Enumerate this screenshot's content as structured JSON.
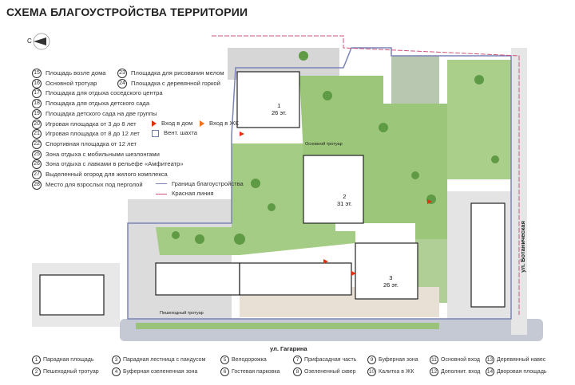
{
  "title": "СХЕМА БЛАГОУСТРОЙСТВА ТЕРРИТОРИИ",
  "compass_label": "С",
  "legend_top": [
    {
      "n": "15",
      "label": "Площадь возле дома"
    },
    {
      "n": "16",
      "label": "Основной тротуар"
    },
    {
      "n": "17",
      "label": "Площадка для отдыха соседского центра"
    },
    {
      "n": "18",
      "label": "Площадка для отдыха детского сада"
    },
    {
      "n": "19",
      "label": "Площадка детского сада на две группы"
    },
    {
      "n": "20",
      "label": "Игровая площадка от 3 до 8 лет"
    },
    {
      "n": "21",
      "label": "Игровая площадка от 8 до 12 лет"
    },
    {
      "n": "22",
      "label": "Спортивная площадка от 12 лет"
    },
    {
      "n": "25",
      "label": "Зона отдыха с мобильными шезлонгами"
    },
    {
      "n": "26",
      "label": "Зона отдыха с лавками в рельефе «Амфитеатр»"
    },
    {
      "n": "27",
      "label": "Выделенный огород для жилого комплекса"
    },
    {
      "n": "28",
      "label": "Место для взрослых под перголой"
    }
  ],
  "legend_top_right": [
    {
      "n": "23",
      "label": "Площадка для рисования мелом"
    },
    {
      "n": "24",
      "label": "Площадка с деревянной горкой"
    }
  ],
  "symbols": {
    "entry_house": "Вход в дом",
    "entry_complex": "Вход в ЖК",
    "vent_shaft": "Вент. шахта",
    "boundary": "Граница благоустройства",
    "red_line": "Красная линия"
  },
  "buildings": [
    {
      "n": "1",
      "floors": "26 эт."
    },
    {
      "n": "2",
      "floors": "31 эт."
    },
    {
      "n": "3",
      "floors": "26 эт."
    }
  ],
  "streets": {
    "bottom": "ул. Гагарина",
    "right": "ул. Ботаническая",
    "walk": "Пешеходный тротуар",
    "main_walk": "Основной тротуар"
  },
  "legend_bottom": [
    {
      "n": "1",
      "label": "Парадная площадь"
    },
    {
      "n": "2",
      "label": "Пешеходный тротуар"
    },
    {
      "n": "3",
      "label": "Парадная лестница с пандусом"
    },
    {
      "n": "4",
      "label": "Буферная озелененная зона"
    },
    {
      "n": "5",
      "label": "Велодорожка"
    },
    {
      "n": "6",
      "label": "Гостевая парковка"
    },
    {
      "n": "7",
      "label": "Прифасадная часть"
    },
    {
      "n": "8",
      "label": "Озелененный сквер"
    },
    {
      "n": "9",
      "label": "Буферная зона"
    },
    {
      "n": "10",
      "label": "Калитка в ЖК"
    },
    {
      "n": "11",
      "label": "Основной вход"
    },
    {
      "n": "12",
      "label": "Дополнит. вход"
    },
    {
      "n": "13",
      "label": "Деревянный навес"
    },
    {
      "n": "14",
      "label": "Дворовая площадь"
    }
  ],
  "colors": {
    "green": "#8fbf6a",
    "dark_green": "#5f9a45",
    "boundary": "#7a84b8",
    "red_line": "#d0507a",
    "entry": "#e03010"
  }
}
